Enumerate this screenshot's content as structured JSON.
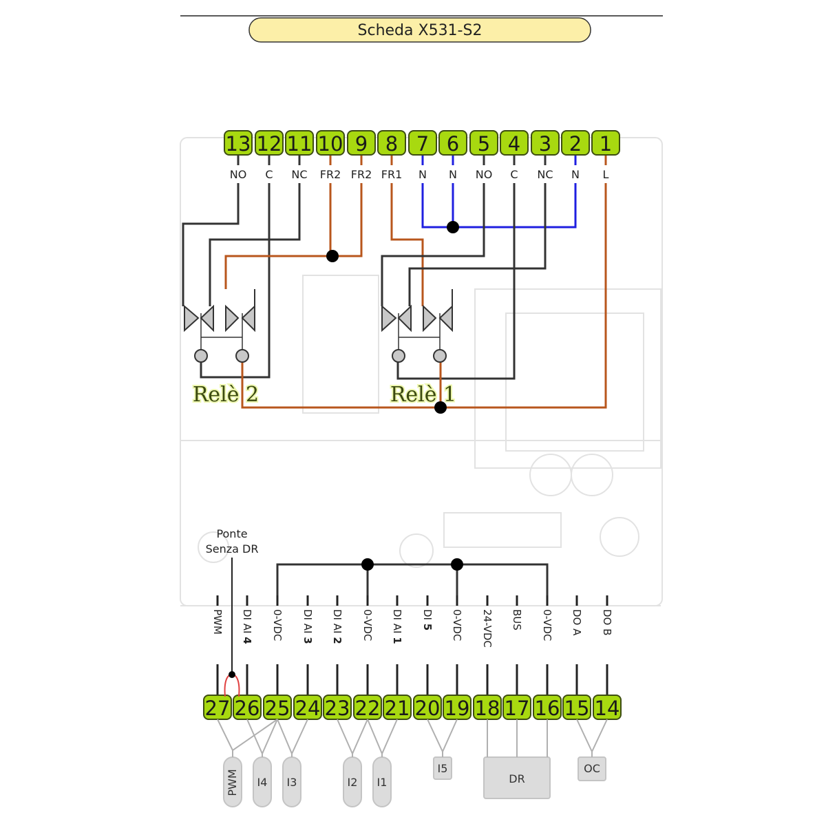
{
  "title": "Scheda X531-S2",
  "colors": {
    "terminal_fill": "#a8d910",
    "terminal_border": "#3d4d12",
    "wire_black": "#333333",
    "wire_orange": "#b8561c",
    "wire_blue": "#1f1fe0",
    "wire_red": "#e04040",
    "component_fill": "#dcdcdc",
    "title_fill": "#fcefa8"
  },
  "top_terminals": [
    {
      "num": "13",
      "label": "NO",
      "wire": "black"
    },
    {
      "num": "12",
      "label": "C",
      "wire": "black"
    },
    {
      "num": "11",
      "label": "NC",
      "wire": "black"
    },
    {
      "num": "10",
      "label": "FR2",
      "wire": "orange"
    },
    {
      "num": "9",
      "label": "FR2",
      "wire": "orange"
    },
    {
      "num": "8",
      "label": "FR1",
      "wire": "orange"
    },
    {
      "num": "7",
      "label": "N",
      "wire": "blue"
    },
    {
      "num": "6",
      "label": "N",
      "wire": "blue"
    },
    {
      "num": "5",
      "label": "NO",
      "wire": "black"
    },
    {
      "num": "4",
      "label": "C",
      "wire": "black"
    },
    {
      "num": "3",
      "label": "NC",
      "wire": "black"
    },
    {
      "num": "2",
      "label": "N",
      "wire": "blue"
    },
    {
      "num": "1",
      "label": "L",
      "wire": "orange"
    }
  ],
  "relays": [
    {
      "label": "Relè 2"
    },
    {
      "label": "Relè 1"
    }
  ],
  "bridge_note": {
    "line1": "Ponte",
    "line2": "Senza DR"
  },
  "bottom_terminals": [
    {
      "num": "27",
      "label": "PWM",
      "suffix": ""
    },
    {
      "num": "26",
      "label": "DI AI ",
      "suffix": "4"
    },
    {
      "num": "25",
      "label": "0-VDC",
      "suffix": ""
    },
    {
      "num": "24",
      "label": "DI AI ",
      "suffix": "3"
    },
    {
      "num": "23",
      "label": "DI AI ",
      "suffix": "2"
    },
    {
      "num": "22",
      "label": "0-VDC",
      "suffix": ""
    },
    {
      "num": "21",
      "label": "DI AI ",
      "suffix": "1"
    },
    {
      "num": "20",
      "label": "DI ",
      "suffix": "5"
    },
    {
      "num": "19",
      "label": "0-VDC",
      "suffix": ""
    },
    {
      "num": "18",
      "label": "24-VDC",
      "suffix": ""
    },
    {
      "num": "17",
      "label": "BUS",
      "suffix": ""
    },
    {
      "num": "16",
      "label": "0-VDC",
      "suffix": ""
    },
    {
      "num": "15",
      "label": "DO A",
      "suffix": ""
    },
    {
      "num": "14",
      "label": "DO B",
      "suffix": ""
    }
  ],
  "components": [
    {
      "label": "PWM",
      "connects": [
        "27",
        "25"
      ]
    },
    {
      "label": "I4",
      "connects": [
        "26",
        "25"
      ]
    },
    {
      "label": "I3",
      "connects": [
        "25",
        "24"
      ]
    },
    {
      "label": "I2",
      "connects": [
        "23",
        "22"
      ]
    },
    {
      "label": "I1",
      "connects": [
        "22",
        "21"
      ]
    },
    {
      "label": "I5",
      "connects": [
        "20",
        "19"
      ]
    },
    {
      "label": "DR",
      "connects": [
        "18",
        "17",
        "16"
      ]
    },
    {
      "label": "OC",
      "connects": [
        "15",
        "14"
      ]
    }
  ]
}
